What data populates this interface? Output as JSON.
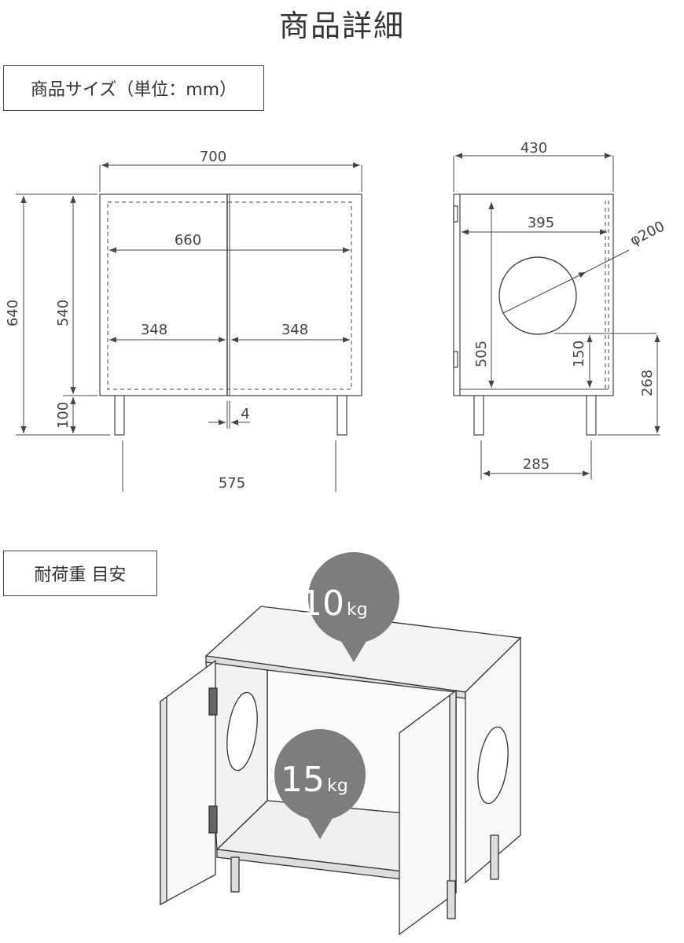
{
  "title": "商品詳細",
  "size_label": "商品サイズ（単位：mm）",
  "load_label": "耐荷重 目安",
  "dims": {
    "front_width": "700",
    "inner_width": "660",
    "door_left": "348",
    "door_right": "348",
    "height_total": "640",
    "height_body": "540",
    "height_leg": "100",
    "gap": "4",
    "leg_span": "575",
    "side_depth": "430",
    "side_inner": "395",
    "hole_diameter": "φ200",
    "side_inner_height": "505",
    "hole_height": "150",
    "side_height": "268",
    "side_leg_span": "285"
  },
  "loads": {
    "top": {
      "value": "10",
      "unit": "kg"
    },
    "shelf": {
      "value": "15",
      "unit": "kg"
    }
  },
  "colors": {
    "line": "#444444",
    "bubble": "#7d7d7d",
    "panel": "#f4f4f4"
  }
}
